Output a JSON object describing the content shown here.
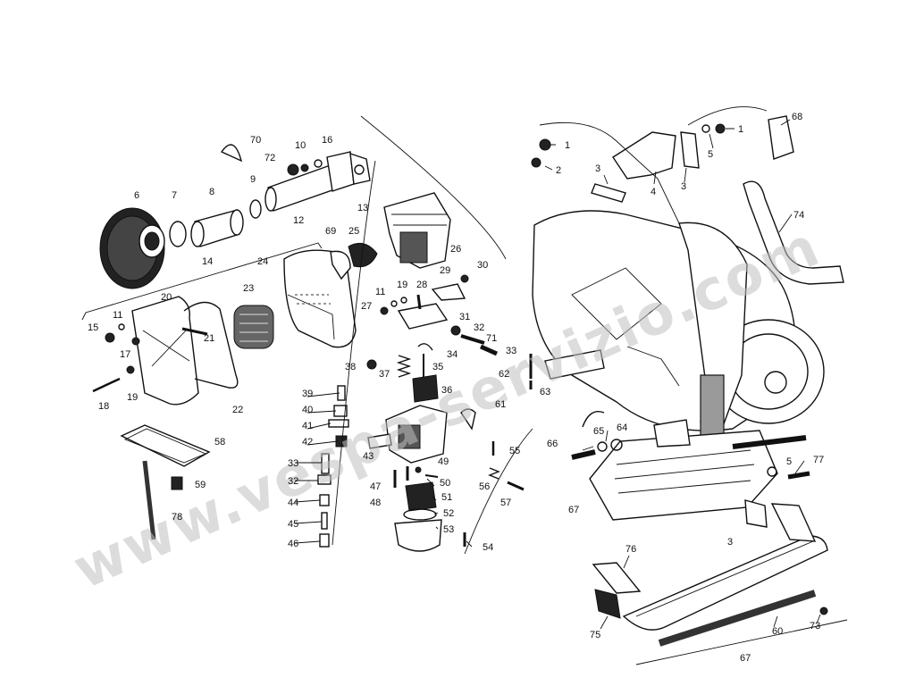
{
  "watermark": "www.vespa-servizio.com",
  "callouts": {
    "n1a": "1",
    "n1b": "1",
    "n2": "2",
    "n3a": "3",
    "n3b": "3",
    "n3c": "3",
    "n4": "4",
    "n5a": "5",
    "n5b": "5",
    "n6": "6",
    "n7": "7",
    "n8": "8",
    "n9": "9",
    "n10": "10",
    "n11a": "11",
    "n11b": "11",
    "n12": "12",
    "n13": "13",
    "n14": "14",
    "n15": "15",
    "n16": "16",
    "n17": "17",
    "n18": "18",
    "n19a": "19",
    "n19b": "19",
    "n20": "20",
    "n21": "21",
    "n22": "22",
    "n23": "23",
    "n24": "24",
    "n25": "25",
    "n26": "26",
    "n27": "27",
    "n28": "28",
    "n29": "29",
    "n30": "30",
    "n31": "31",
    "n32a": "32",
    "n32b": "32",
    "n33a": "33",
    "n33b": "33",
    "n34": "34",
    "n35": "35",
    "n36": "36",
    "n37": "37",
    "n38": "38",
    "n39": "39",
    "n40": "40",
    "n41": "41",
    "n42": "42",
    "n43": "43",
    "n44": "44",
    "n45": "45",
    "n46": "46",
    "n47": "47",
    "n48": "48",
    "n49": "49",
    "n50": "50",
    "n51": "51",
    "n52": "52",
    "n53": "53",
    "n54": "54",
    "n55": "55",
    "n56": "56",
    "n57": "57",
    "n58": "58",
    "n59": "59",
    "n60": "60",
    "n61": "61",
    "n62": "62",
    "n63": "63",
    "n64": "64",
    "n65": "65",
    "n66": "66",
    "n67a": "67",
    "n67b": "67",
    "n68": "68",
    "n69": "69",
    "n70": "70",
    "n71": "71",
    "n72": "72",
    "n73": "73",
    "n74": "74",
    "n75": "75",
    "n76": "76",
    "n77": "77",
    "n78": "78"
  }
}
